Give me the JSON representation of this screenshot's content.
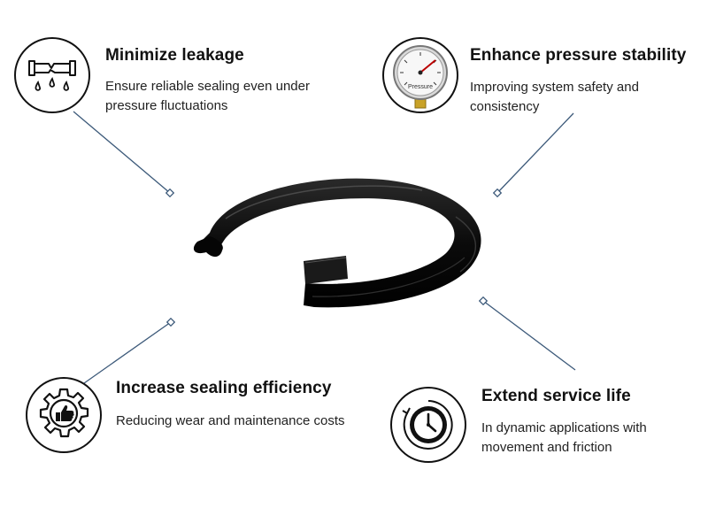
{
  "features": [
    {
      "id": "minimize-leakage",
      "icon": "leaking-pipe-icon",
      "title": "Minimize leakage",
      "description": "Ensure reliable sealing even under pressure fluctuations"
    },
    {
      "id": "enhance-pressure-stability",
      "icon": "pressure-gauge-icon",
      "title": "Enhance pressure stability",
      "description": "Improving system safety and consistency",
      "icon_label": "Pressure"
    },
    {
      "id": "increase-sealing-efficiency",
      "icon": "gear-thumbs-up-icon",
      "title": "Increase sealing efficiency",
      "description": "Reducing wear and maintenance costs"
    },
    {
      "id": "extend-service-life",
      "icon": "clock-icon",
      "title": "Extend service life",
      "description": "In dynamic applications with movement and friction"
    }
  ],
  "colors": {
    "connector": "#3d5a7a",
    "ring": "#0d0d0d",
    "text": "#111111",
    "gauge_fitting": "#c9a227"
  }
}
